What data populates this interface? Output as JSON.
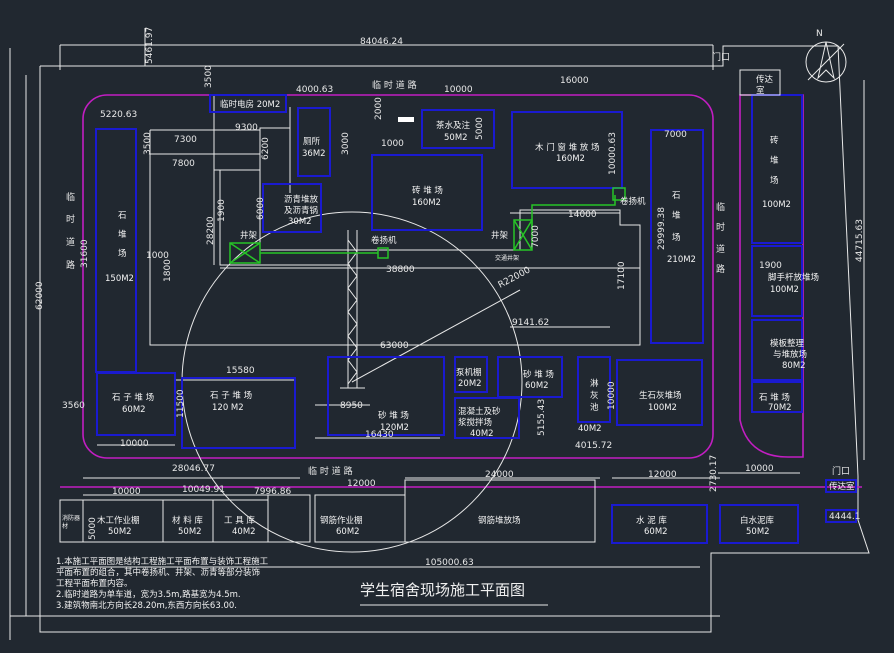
{
  "title": "学生宿舍现场施工平面图",
  "dims": {
    "d84046": "84046.24",
    "d5461": "5461.97",
    "d3500a": "3500",
    "d4000": "4000.63",
    "d10000a": "10000",
    "d16000": "16000",
    "d5220": "5220.63",
    "d9300": "9300",
    "d7300": "7300",
    "d7800": "7800",
    "d3500b": "3500",
    "d6200": "6200",
    "d3000": "3000",
    "d2000": "2000",
    "d1000": "1000",
    "d5000": "5000",
    "d10063": "10000.63",
    "d7000a": "7000",
    "d6000": "6000",
    "d28200": "28200",
    "d1900a": "1900",
    "d3100": "31600",
    "d1000b": "1000",
    "d1800": "1800",
    "d38800": "38800",
    "d14000": "14000",
    "d7000b": "7000",
    "d29999": "29999.38",
    "d17100": "17100",
    "dR22000": "R22000",
    "d62000": "62000",
    "d63000": "63000",
    "d9141": "9141.62",
    "d44715": "44715.63",
    "d1900b": "1900",
    "d15580": "15580",
    "d3560": "3560",
    "d11500": "11500",
    "d8950": "8950",
    "d16430": "16430",
    "d5155": "5155.43",
    "d10000b": "10000",
    "d4015": "4015.72",
    "d10000c": "10000",
    "d28046": "28046.77",
    "d24000": "24000",
    "d12000a": "12000",
    "d12000b": "12000",
    "d2730": "2730.17",
    "d10000d": "10000",
    "d10000e": "10000",
    "d10049": "10049.91",
    "d7996": "7996.86",
    "d4444": "4444.1",
    "d5000b": "5000",
    "d105000": "105000.63"
  },
  "labels": {
    "gate1": "门口",
    "gate2": "门口",
    "road_top": "临 时 道 路",
    "road_bottom": "临 时 道 路",
    "road_left": [
      "临",
      "时",
      "道",
      "路"
    ],
    "road_right": [
      "临",
      "时",
      "道",
      "路"
    ],
    "north": "N",
    "guard1": [
      "传达",
      "室"
    ],
    "guard2": "传达室",
    "power": "临时电房 20M2",
    "toilet": [
      "厕所",
      "36M2"
    ],
    "teawater": [
      "茶水及注",
      "50M2"
    ],
    "wood_door": [
      "木 门 窗 堆 放 场",
      "160M2"
    ],
    "brick1": [
      "砖 堆 场",
      "160M2"
    ],
    "asphalt": [
      "沥青堆放",
      "及沥青锅",
      "30M2"
    ],
    "stone_left": [
      "石",
      "堆",
      "场",
      "150M2"
    ],
    "stone_right": [
      "石",
      "堆",
      "场",
      "210M2"
    ],
    "brick_right": [
      "砖",
      "堆",
      "场",
      "100M2"
    ],
    "scaffold": [
      "脚手杆放堆场",
      "100M2"
    ],
    "formwork": [
      "模板整理",
      "与堆放场",
      "80M2"
    ],
    "stone70": [
      "石 堆 场",
      "70M2"
    ],
    "hoist1": "卷扬机",
    "hoist2": "卷扬机",
    "shaft1": "井架",
    "shaft2": "井架",
    "cross": "交通井架",
    "gravel60": [
      "石 子 堆 场",
      "60M2"
    ],
    "gravel120": [
      "石 子 堆 场",
      "120 M2"
    ],
    "sand120": [
      "砂 堆 场",
      "120M2"
    ],
    "pump": [
      "泵机棚",
      "20M2"
    ],
    "sand60": [
      "砂 堆 场",
      "60M2"
    ],
    "concrete": [
      "混凝土及砂",
      "浆搅拌场",
      "40M2"
    ],
    "lime": [
      "淋",
      "灰",
      "池"
    ],
    "lime_area": "40M2",
    "quicklime": [
      "生石灰堆场",
      "100M2"
    ],
    "carpentry": [
      "木工作业棚",
      "50M2"
    ],
    "material": [
      "材 料 库",
      "50M2"
    ],
    "tool": [
      "工 具 库",
      "40M2"
    ],
    "rebar_shed": [
      "钢筋作业棚",
      "60M2"
    ],
    "rebar_yard": "钢筋堆放场",
    "cement": [
      "水 泥 库",
      "60M2"
    ],
    "white_cement": [
      "白水泥库",
      "50M2"
    ],
    "fire": [
      "消防器",
      "材"
    ]
  },
  "notes": [
    "1.本施工平面图是结构工程施工平面布置与装饰工程施工",
    "  平面布置的组合，其中卷扬机、井架、沥青等部分装饰",
    "  工程平面布置内容。",
    "2.临时道路为单车道，宽为3.5m,路基宽为4.5m.",
    "3.建筑物南北方向长28.20m,东西方向长63.00."
  ]
}
